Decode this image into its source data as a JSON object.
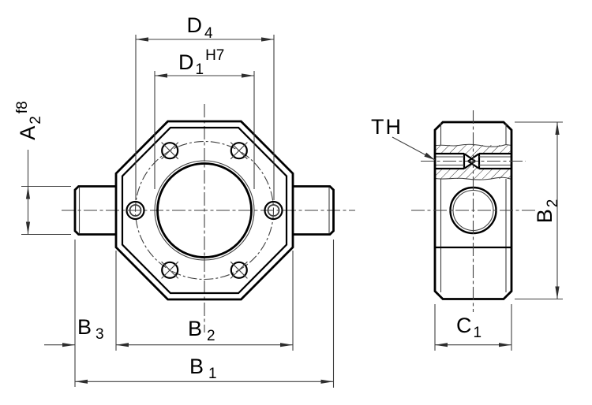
{
  "drawing": {
    "type": "engineering-drawing",
    "views": {
      "front_view": "octagonal flange with center bore, bolt circle with six holes, cylindrical bosses left and right",
      "side_view": "flange profile with broken-out section showing threaded holes and boss circle"
    },
    "colors": {
      "outline": "#000000",
      "thin_line": "#3f3f3f",
      "background": "#ffffff"
    },
    "labels": {
      "d4": {
        "prefix": "D",
        "subscript": "4"
      },
      "d1": {
        "prefix": "D",
        "subscript": "1",
        "tolerance": "H7"
      },
      "a2": {
        "prefix": "A",
        "subscript": "2",
        "tolerance": "f8"
      },
      "th": {
        "text": "TH"
      },
      "b3": {
        "prefix": "B",
        "subscript": "3"
      },
      "b2_front": {
        "prefix": "B",
        "subscript": "2"
      },
      "b1": {
        "prefix": "B",
        "subscript": "1"
      },
      "b2_side": {
        "prefix": "B",
        "subscript": "2"
      },
      "c1": {
        "prefix": "C",
        "subscript": "1"
      }
    }
  }
}
